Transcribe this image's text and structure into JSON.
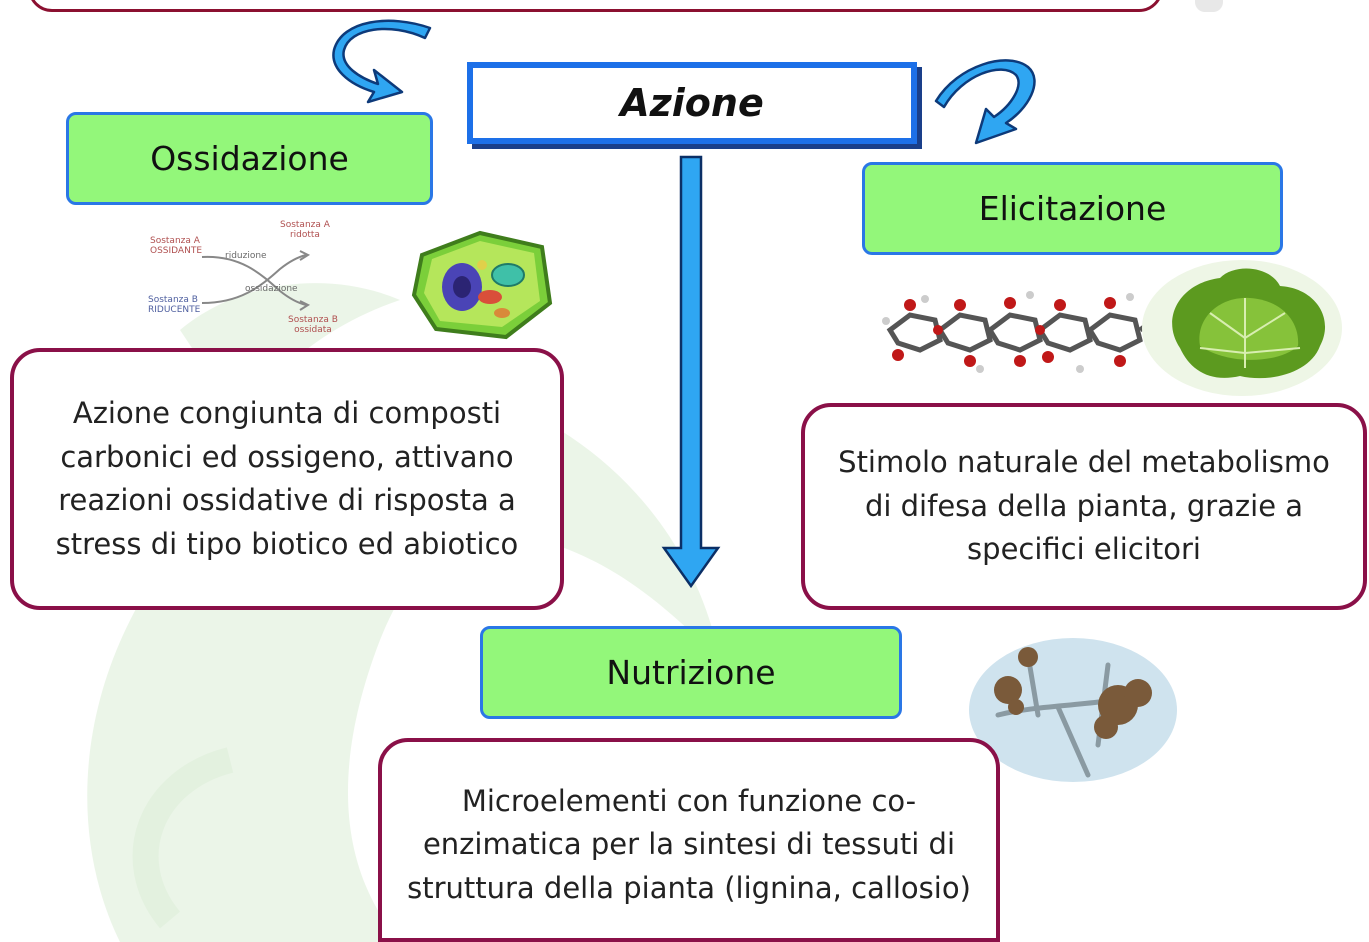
{
  "title": "Azione",
  "branches": {
    "ossidazione": {
      "label": "Ossidazione",
      "description": "Azione congiunta di composti carbonici ed ossigeno, attivano reazioni ossidative di risposta  a stress di tipo biotico ed abiotico"
    },
    "elicitazione": {
      "label": "Elicitazione",
      "description": "Stimolo naturale del metabolismo di difesa della pianta, grazie a specifici elicitori"
    },
    "nutrizione": {
      "label": "Nutrizione",
      "description": "Microelementi con funzione co-enzimatica per la sintesi di tessuti di struttura della pianta (lignina, callosio)"
    }
  },
  "redox_diagram": {
    "sostanza_a_ossidante": [
      "Sostanza A",
      "OSSIDANTE"
    ],
    "sostanza_a_ridotta": [
      "Sostanza A",
      "ridotta"
    ],
    "sostanza_b_riducente": [
      "Sostanza B",
      "RIDUCENTE"
    ],
    "sostanza_b_ossidata": [
      "Sostanza B",
      "ossidata"
    ],
    "riduzione": "riduzione",
    "ossidazione": "ossidazione"
  },
  "colors": {
    "green_fill": "#93f77a",
    "blue_border": "#2a77e6",
    "maroon_border": "#8a1048",
    "arrow_blue": "#2fa6f2"
  }
}
